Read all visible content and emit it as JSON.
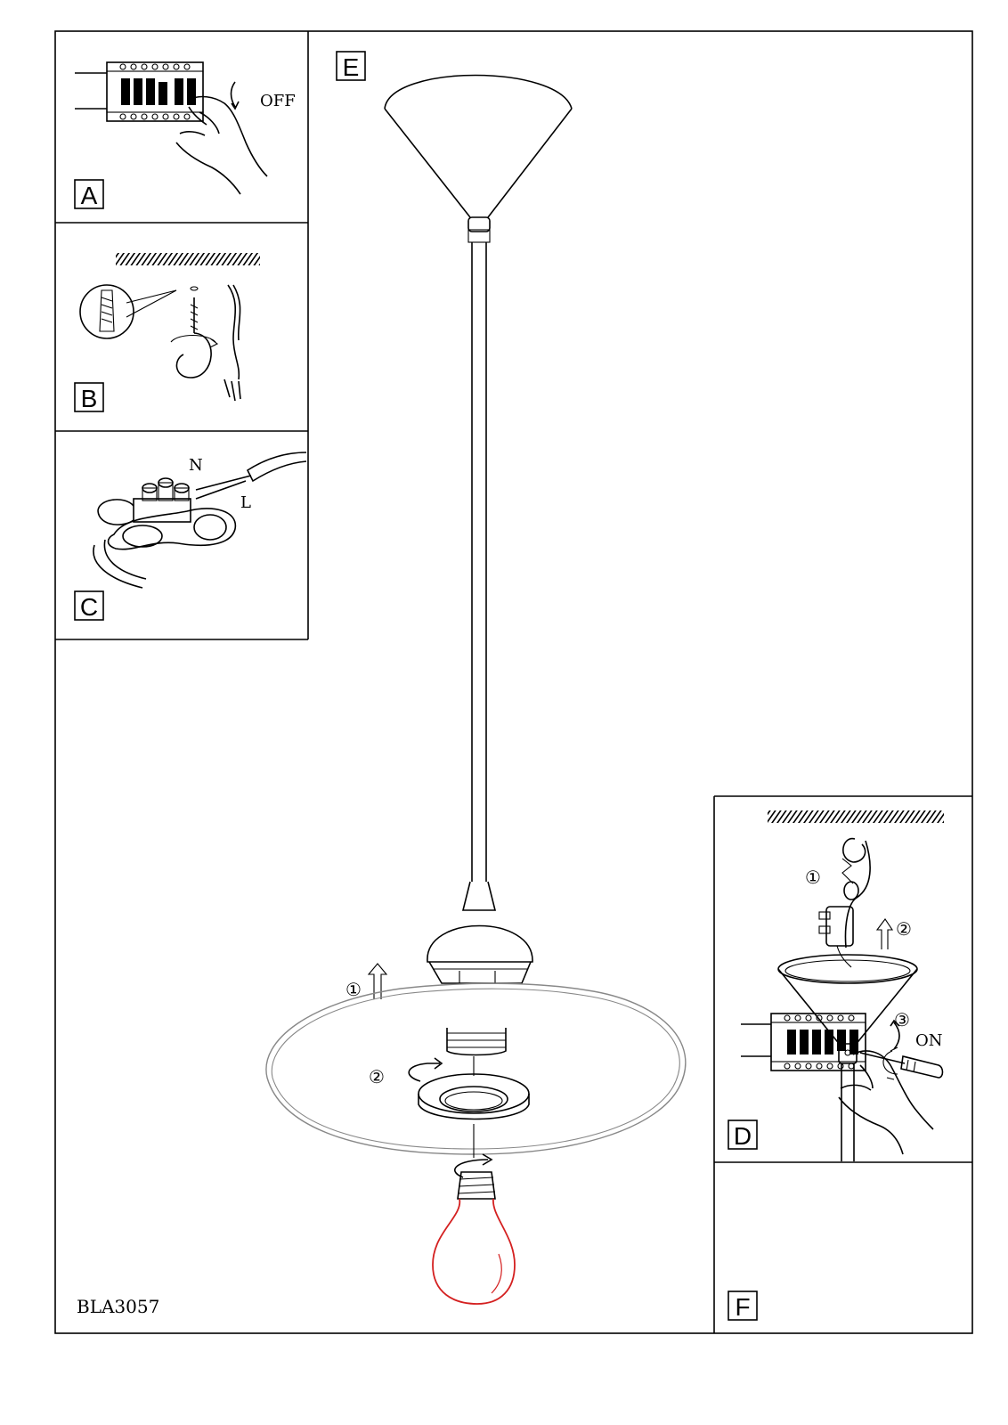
{
  "panels": {
    "a": {
      "letter": "A",
      "switch_text": "OFF"
    },
    "b": {
      "letter": "B"
    },
    "c": {
      "letter": "C",
      "neutral": "N",
      "live": "L"
    },
    "d": {
      "letter": "D",
      "step1": "①",
      "step2": "②",
      "step3": "③"
    },
    "e": {
      "letter": "E",
      "step1": "①",
      "step2": "②"
    },
    "f": {
      "letter": "F",
      "switch_text": "ON"
    }
  },
  "product_code": "BLA3057",
  "colors": {
    "line": "#000000",
    "bulb": "#d42020",
    "shade_inner": "#888888"
  },
  "icons": [
    "breaker-icon",
    "hand-icon",
    "hook-icon",
    "wall-plug-icon",
    "terminal-block-icon",
    "screwdriver-icon",
    "bulb-icon",
    "ceiling-hatch-icon"
  ]
}
